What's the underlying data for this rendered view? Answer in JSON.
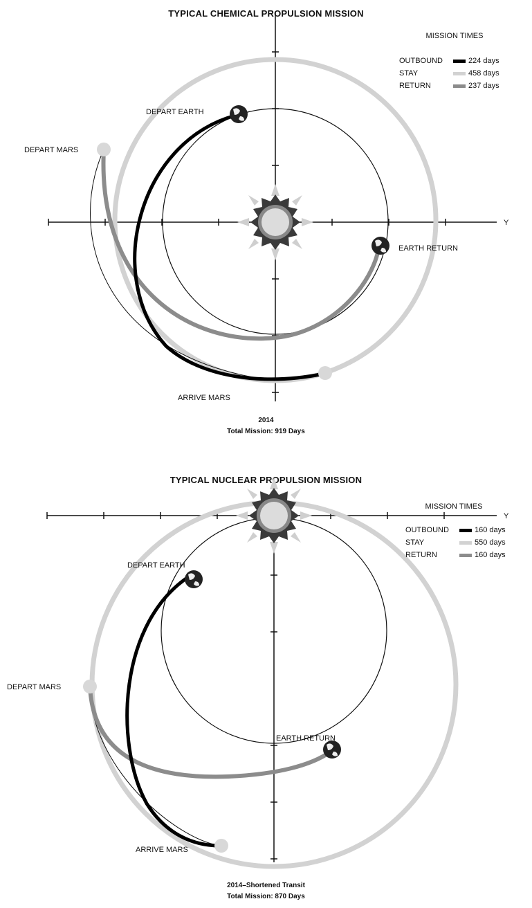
{
  "panels": [
    {
      "title": "TYPICAL CHEMICAL PROPULSION MISSION",
      "legend_title": "MISSION TIMES",
      "legend": [
        {
          "label": "OUTBOUND",
          "value": "224 days",
          "color": "#000000"
        },
        {
          "label": "STAY",
          "value": "458 days",
          "color": "#d2d2d2"
        },
        {
          "label": "RETURN",
          "value": "237 days",
          "color": "#8c8c8c"
        }
      ],
      "labels": {
        "depart_earth": "DEPART EARTH",
        "depart_mars": "DEPART MARS",
        "earth_return": "EARTH RETURN",
        "arrive_mars": "ARRIVE MARS",
        "axis": "Y"
      },
      "caption_line1": "2014",
      "caption_line2": "Total Mission: 919 Days"
    },
    {
      "title": "TYPICAL NUCLEAR PROPULSION MISSION",
      "legend_title": "MISSION TIMES",
      "legend": [
        {
          "label": "OUTBOUND",
          "value": "160 days",
          "color": "#000000"
        },
        {
          "label": "STAY",
          "value": "550 days",
          "color": "#d2d2d2"
        },
        {
          "label": "RETURN",
          "value": "160 days",
          "color": "#8c8c8c"
        }
      ],
      "labels": {
        "depart_earth": "DEPART EARTH",
        "depart_mars": "DEPART MARS",
        "earth_return": "EARTH RETURN",
        "arrive_mars": "ARRIVE MARS",
        "axis": "Y"
      },
      "caption_line1": "2014–Shortened Transit",
      "caption_line2": "Total Mission: 870 Days"
    }
  ]
}
